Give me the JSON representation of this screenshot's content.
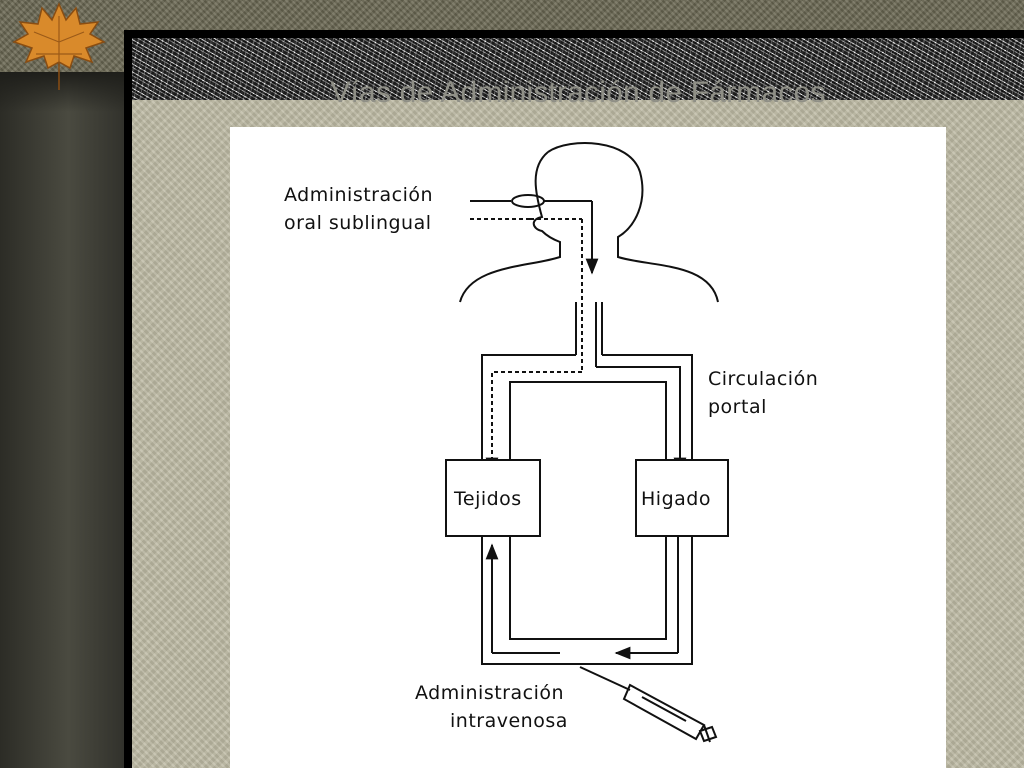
{
  "slide": {
    "title": "Vías de Administración de Fármacos"
  },
  "diagram": {
    "labels": {
      "oral_line1": "Administración",
      "oral_line2": "oral sublingual",
      "portal_line1": "Circulación",
      "portal_line2": "portal",
      "tissues": "Tejidos",
      "liver": "Higado",
      "iv_line1": "Administración",
      "iv_line2": "intravenosa"
    }
  },
  "colors": {
    "background_panel": "#bfbca6",
    "figure_background": "#ffffff",
    "line": "#111111",
    "title": "#8f8f86",
    "leaf": "#d98a2b"
  },
  "icons": [
    "maple-leaf-icon",
    "head-silhouette-icon",
    "pill-icon",
    "syringe-icon"
  ]
}
